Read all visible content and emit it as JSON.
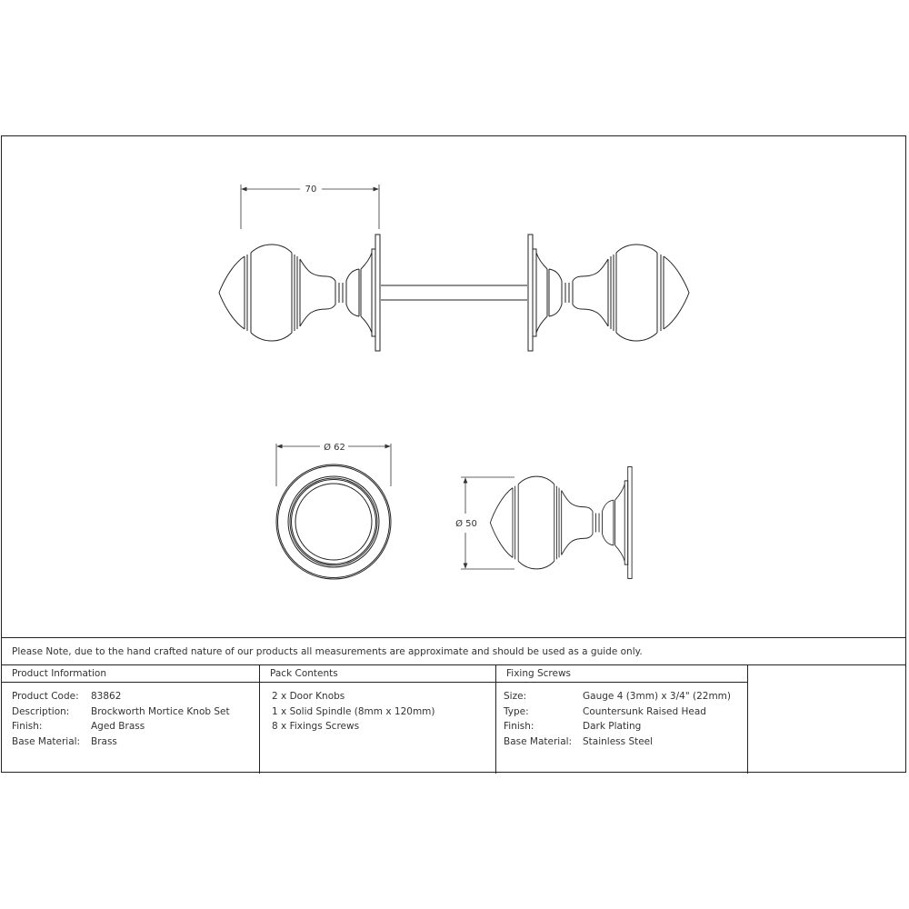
{
  "drawing": {
    "dimensions": {
      "overall_length": "70",
      "rose_diameter": "Ø 62",
      "knob_diameter": "Ø 50"
    },
    "views": [
      "side-elevation-pair-with-spindle",
      "rose-front-view",
      "single-knob-side-view"
    ]
  },
  "note": "Please Note, due to the hand crafted nature of our products all measurements are approximate and should be used as a guide only.",
  "product_information": {
    "title": "Product Information",
    "rows": [
      {
        "label": "Product Code:",
        "value": "83862"
      },
      {
        "label": "Description:",
        "value": "Brockworth Mortice Knob Set"
      },
      {
        "label": "Finish:",
        "value": "Aged Brass"
      },
      {
        "label": "Base Material:",
        "value": "Brass"
      }
    ]
  },
  "pack_contents": {
    "title": "Pack Contents",
    "items": [
      "2 x Door Knobs",
      "1 x Solid Spindle (8mm x 120mm)",
      "8 x Fixings Screws"
    ]
  },
  "fixing_screws": {
    "title": "Fixing Screws",
    "rows": [
      {
        "label": "Size:",
        "value": "Gauge 4 (3mm) x 3/4\" (22mm)"
      },
      {
        "label": "Type:",
        "value": "Countersunk Raised Head"
      },
      {
        "label": "Finish:",
        "value": "Dark Plating"
      },
      {
        "label": "Base Material:",
        "value": "Stainless Steel"
      }
    ]
  }
}
